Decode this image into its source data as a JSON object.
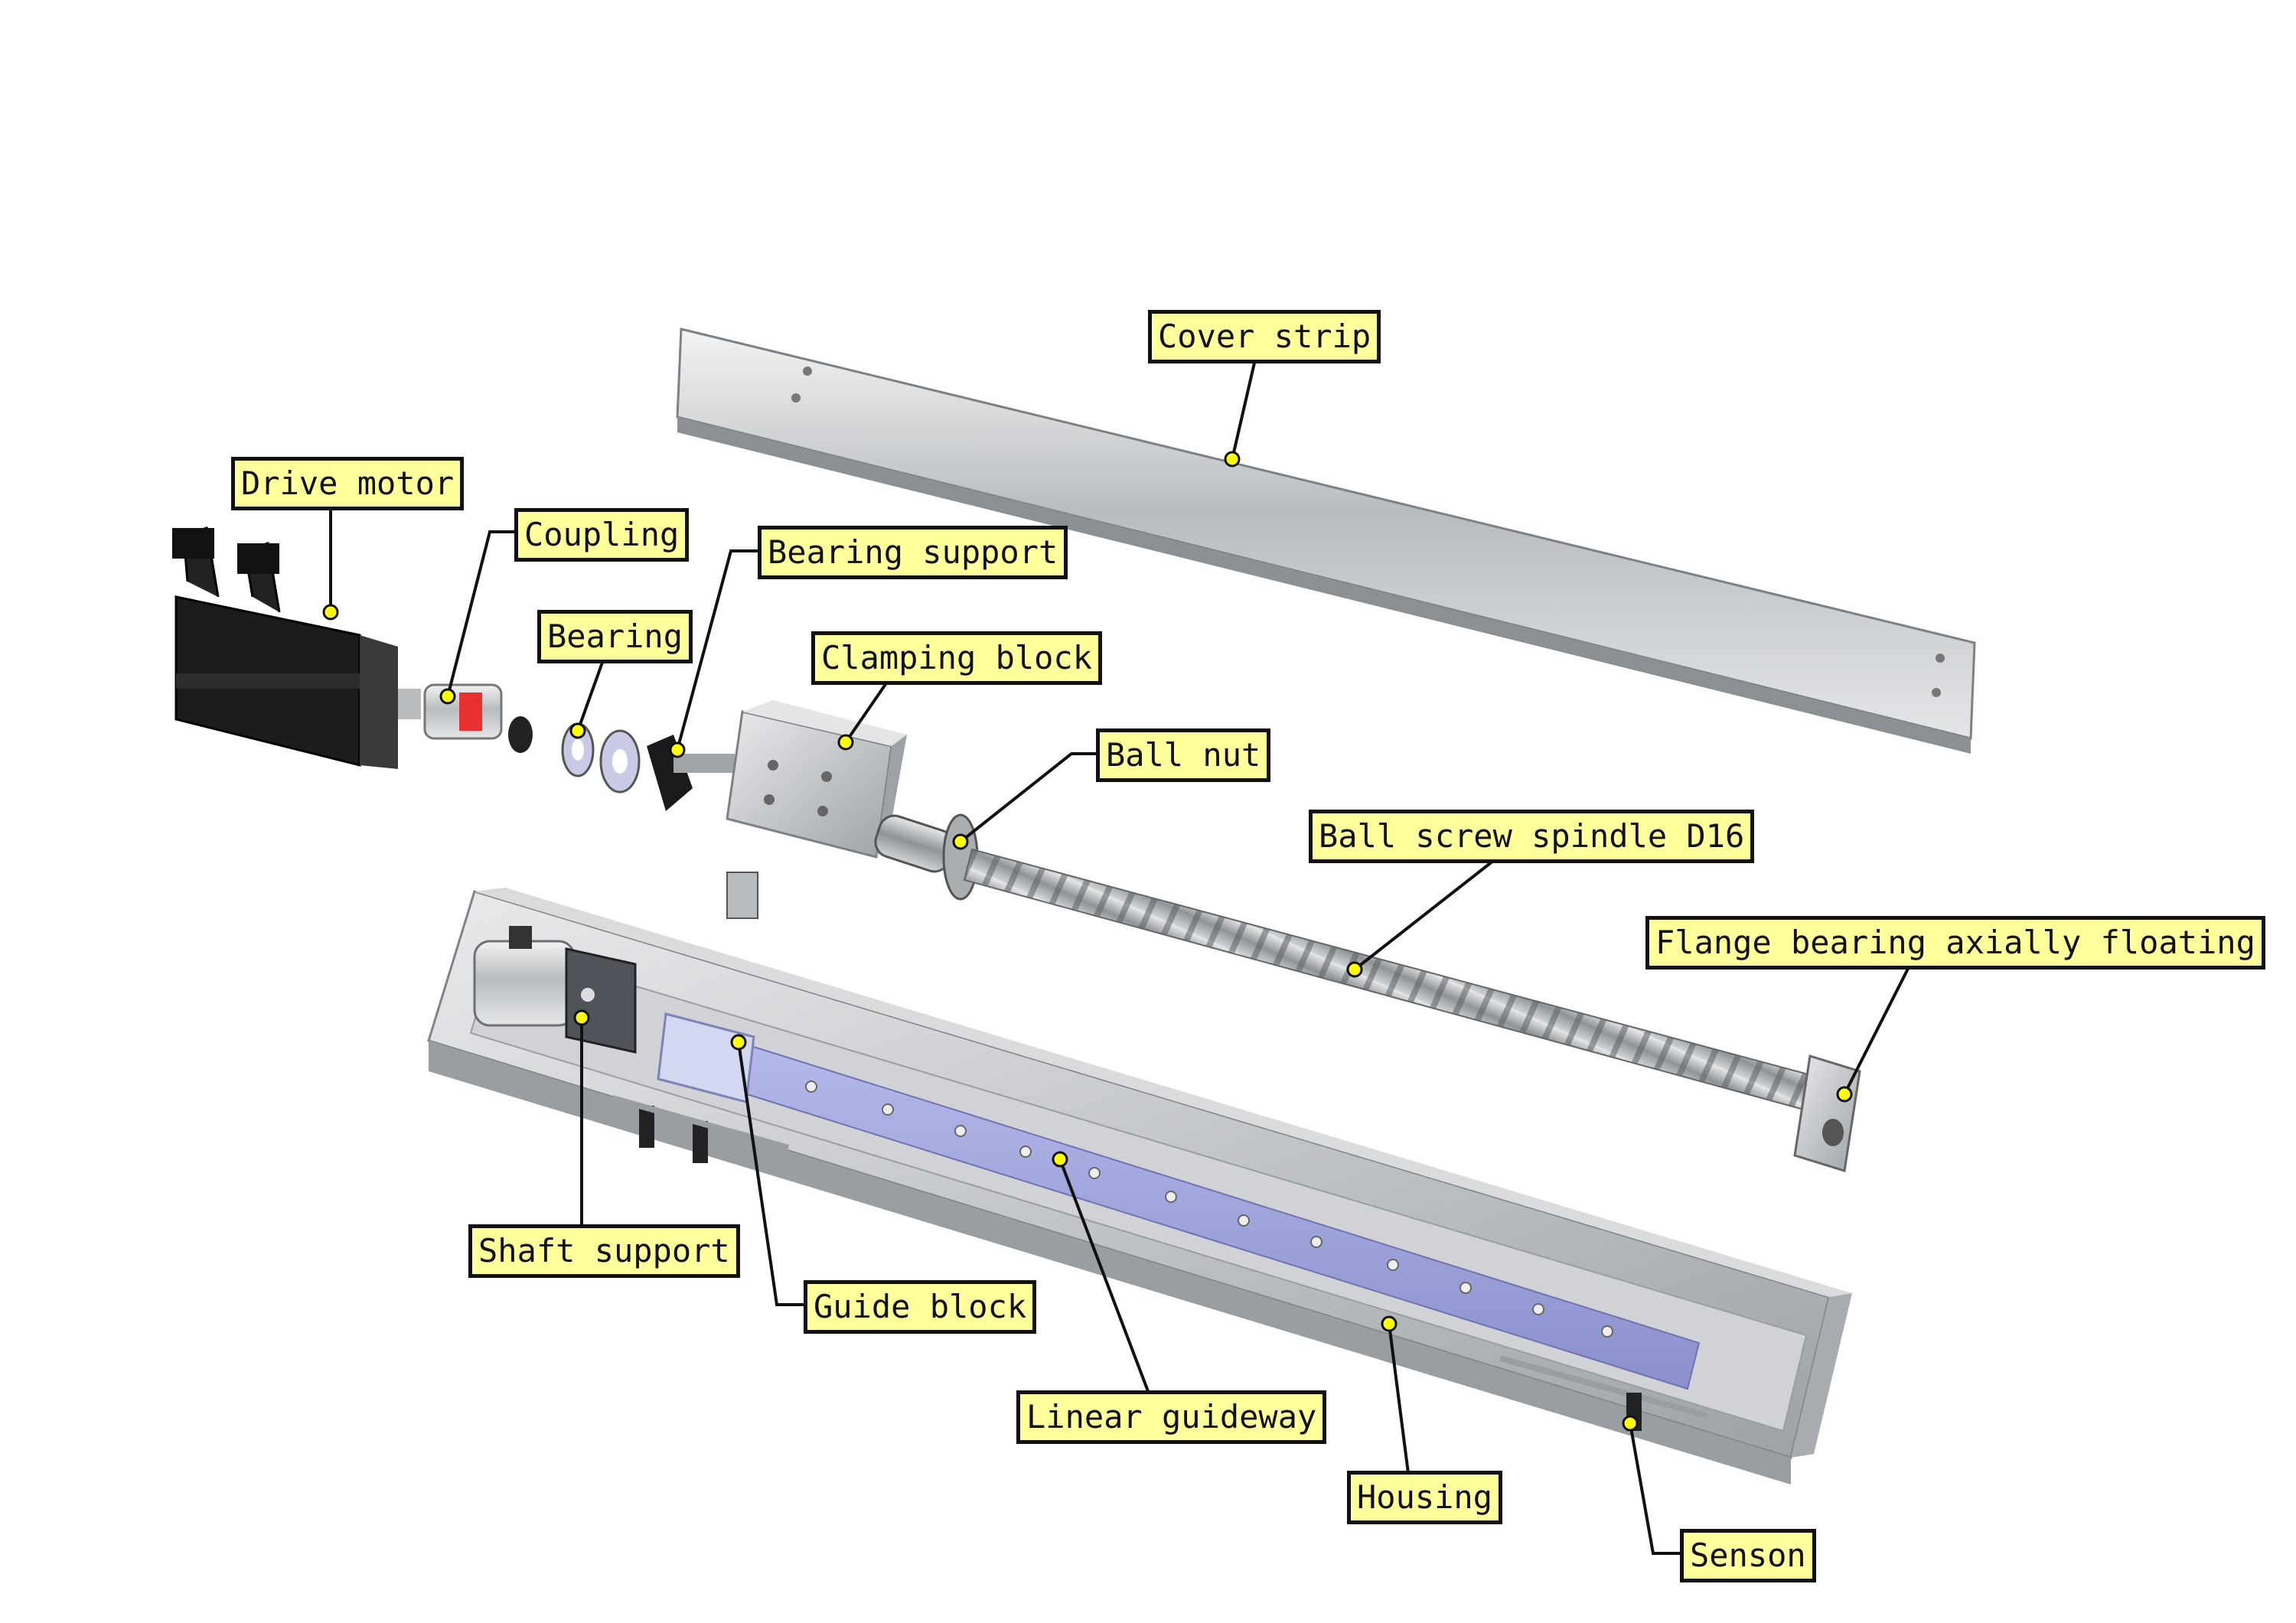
{
  "diagram": {
    "type": "exploded-assembly",
    "colors": {
      "label_fill": "#ffff9c",
      "label_border": "#111111",
      "leader_line": "#111111",
      "anchor_dot": "#ffff00",
      "aluminium": "#c8cacc",
      "guideway": "#9a9fd8",
      "motor": "#1a1a1a"
    },
    "labels": {
      "cover_strip": "Cover strip",
      "drive_motor": "Drive motor",
      "coupling": "Coupling",
      "bearing_support": "Bearing support",
      "bearing": "Bearing",
      "clamping_block": "Clamping block",
      "ball_nut": "Ball nut",
      "ball_screw_spindle": "Ball screw spindle D16",
      "flange_bearing": "Flange bearing axially floating",
      "shaft_support": "Shaft support",
      "guide_block": "Guide block",
      "linear_guideway": "Linear guideway",
      "housing": "Housing",
      "senson": "Senson"
    }
  }
}
